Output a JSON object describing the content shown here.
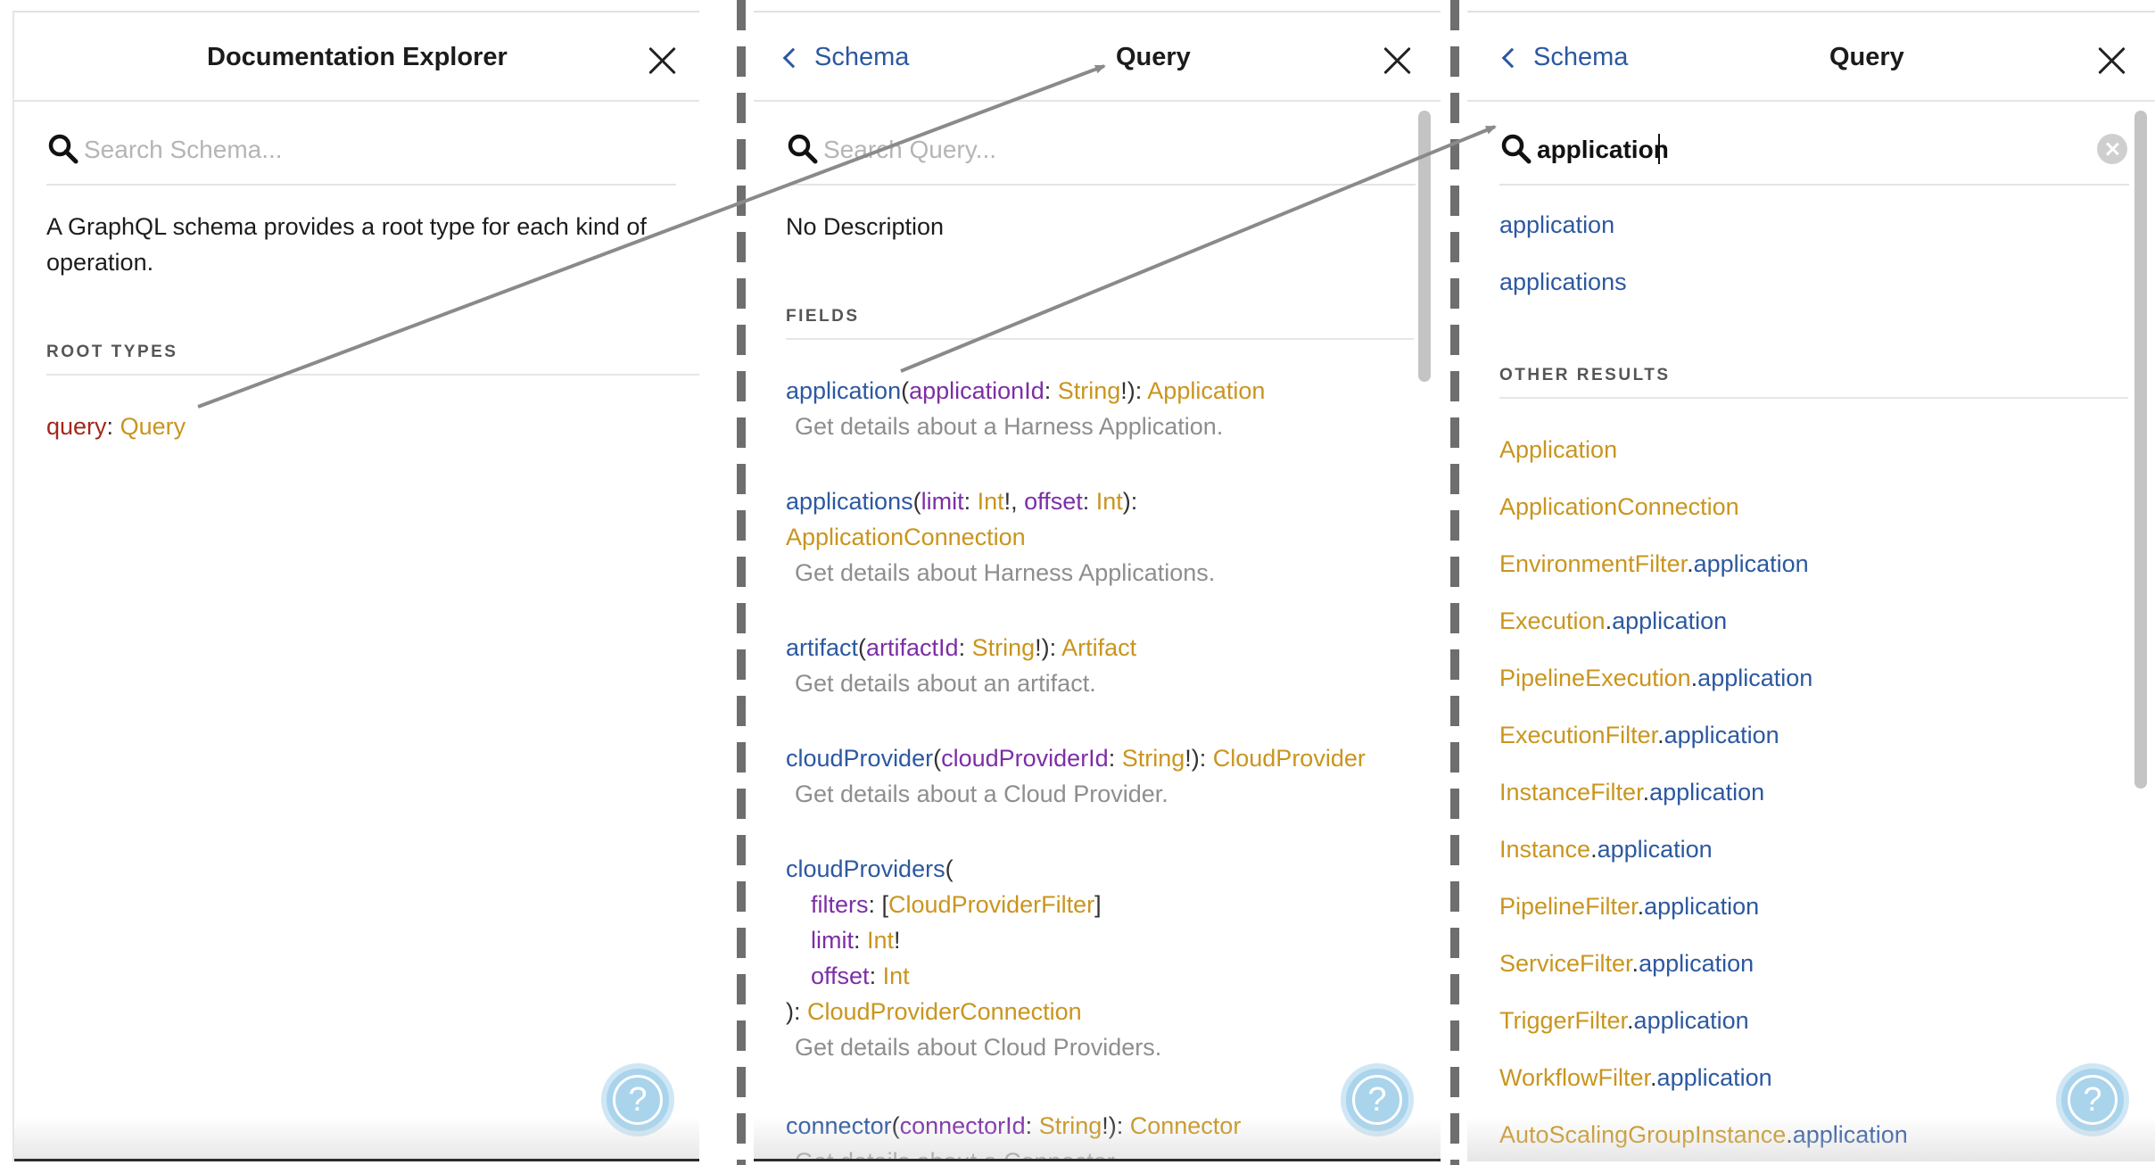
{
  "panel1": {
    "title": "Documentation Explorer",
    "search_placeholder": "Search Schema...",
    "description_line1": "A GraphQL schema provides a root type for each kind of",
    "description_line2": "operation.",
    "section": "ROOT TYPES",
    "root": {
      "name": "query",
      "sep": ": ",
      "type": "Query"
    }
  },
  "panel2": {
    "back": "Schema",
    "title": "Query",
    "search_placeholder": "Search Query...",
    "description": "No Description",
    "section": "FIELDS",
    "f1": {
      "name": "application",
      "arg": "applicationId",
      "argtype": "String",
      "rtype": "Application",
      "desc": "Get details about a Harness Application."
    },
    "f2": {
      "name": "applications",
      "arg1": "limit",
      "argtype1": "Int",
      "arg2": "offset",
      "argtype2": "Int",
      "rtype": "ApplicationConnection",
      "desc": "Get details about Harness Applications."
    },
    "f3": {
      "name": "artifact",
      "arg": "artifactId",
      "argtype": "String",
      "rtype": "Artifact",
      "desc": "Get details about an artifact."
    },
    "f4": {
      "name": "cloudProvider",
      "arg": "cloudProviderId",
      "argtype": "String",
      "rtype": "CloudProvider",
      "desc": "Get details about a Cloud Provider."
    },
    "f5": {
      "name": "cloudProviders",
      "arg1": "filters",
      "argtype1": "CloudProviderFilter",
      "arg2": "limit",
      "argtype2": "Int",
      "arg3": "offset",
      "argtype3": "Int",
      "rtype": "CloudProviderConnection",
      "desc": "Get details about Cloud Providers."
    },
    "f6": {
      "name": "connector",
      "arg": "connectorId",
      "argtype": "String",
      "rtype": "Connector",
      "desc": "Get details about a Connector."
    }
  },
  "panel3": {
    "back": "Schema",
    "title": "Query",
    "search_value": "application",
    "matches": [
      "application",
      "applications"
    ],
    "section": "OTHER RESULTS",
    "types": [
      "Application",
      "ApplicationConnection"
    ],
    "other": [
      {
        "type": "EnvironmentFilter",
        "field": "application"
      },
      {
        "type": "Execution",
        "field": "application"
      },
      {
        "type": "PipelineExecution",
        "field": "application"
      },
      {
        "type": "ExecutionFilter",
        "field": "application"
      },
      {
        "type": "InstanceFilter",
        "field": "application"
      },
      {
        "type": "Instance",
        "field": "application"
      },
      {
        "type": "PipelineFilter",
        "field": "application"
      },
      {
        "type": "ServiceFilter",
        "field": "application"
      },
      {
        "type": "TriggerFilter",
        "field": "application"
      },
      {
        "type": "WorkflowFilter",
        "field": "application"
      },
      {
        "type": "AutoScalingGroupInstance",
        "field": "application"
      }
    ]
  },
  "help_label": "?",
  "colors": {
    "keyword": "#a3261b",
    "type": "#c9951e",
    "field": "#2c58a0",
    "arg": "#7d2ea6",
    "arrow": "#8a8a8a"
  }
}
